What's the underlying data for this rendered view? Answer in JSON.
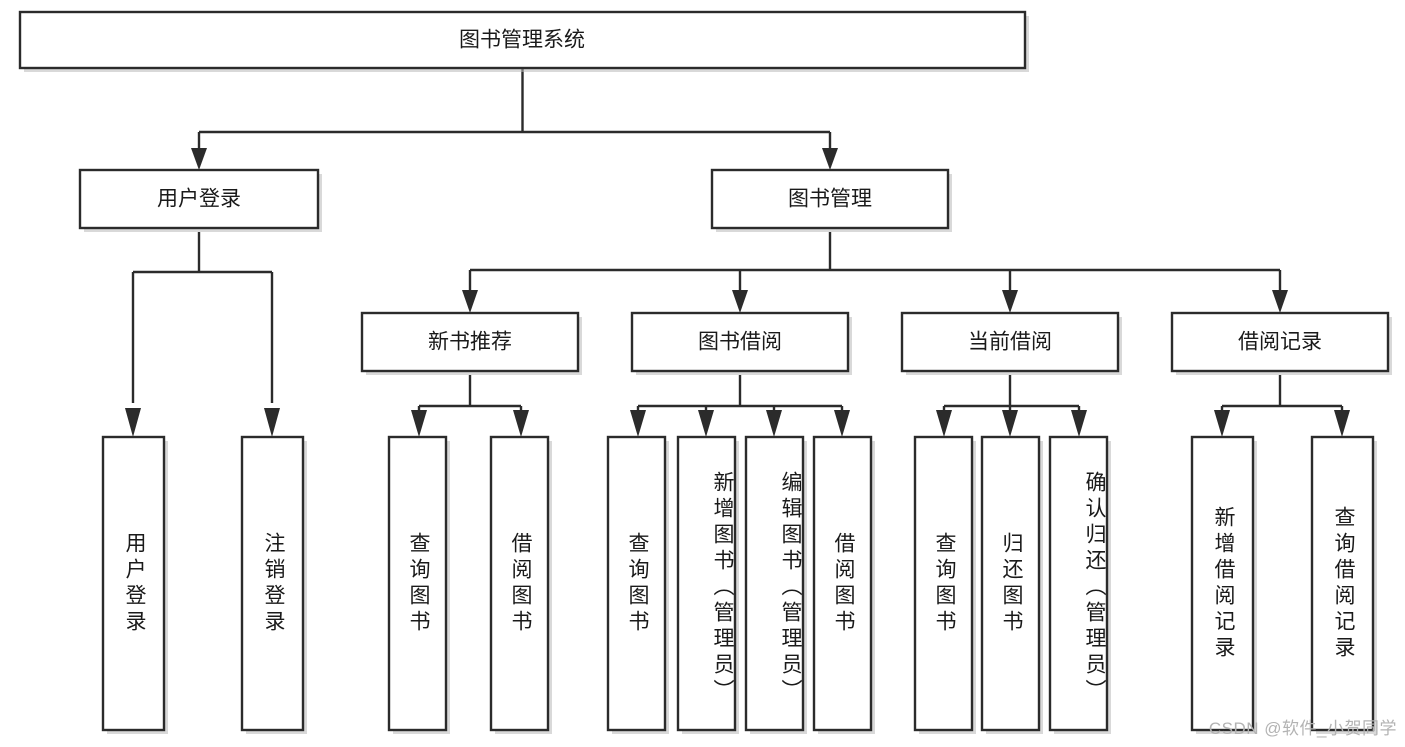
{
  "diagram": {
    "type": "tree-hierarchy-chart",
    "title": "图书管理系统",
    "orientation": "top-down",
    "colors": {
      "box_border": "#2b2b2b",
      "box_fill": "#ffffff",
      "text": "#1a1a1a",
      "background": "#ffffff",
      "watermark": "#b3b3b3"
    },
    "root": {
      "label": "图书管理系统"
    },
    "level2": [
      {
        "id": "user-login",
        "label": "用户登录"
      },
      {
        "id": "book-management",
        "label": "图书管理"
      }
    ],
    "level3": [
      {
        "id": "new-book-recommend",
        "label": "新书推荐",
        "parent": "book-management"
      },
      {
        "id": "book-borrow",
        "label": "图书借阅",
        "parent": "book-management"
      },
      {
        "id": "current-borrow",
        "label": "当前借阅",
        "parent": "book-management"
      },
      {
        "id": "borrow-record",
        "label": "借阅记录",
        "parent": "book-management"
      }
    ],
    "leaves": {
      "user-login": [
        {
          "id": "leaf-user-login",
          "label": "用户登录"
        },
        {
          "id": "leaf-logout-login",
          "label": "注销登录"
        }
      ],
      "new-book-recommend": [
        {
          "id": "leaf-query-book-1",
          "label": "查询图书"
        },
        {
          "id": "leaf-borrow-book-1",
          "label": "借阅图书"
        }
      ],
      "book-borrow": [
        {
          "id": "leaf-query-book-2",
          "label": "查询图书"
        },
        {
          "id": "leaf-add-book",
          "label": "新增图书（管理员）"
        },
        {
          "id": "leaf-edit-book",
          "label": "编辑图书（管理员）"
        },
        {
          "id": "leaf-borrow-book-2",
          "label": "借阅图书"
        }
      ],
      "current-borrow": [
        {
          "id": "leaf-query-book-3",
          "label": "查询图书"
        },
        {
          "id": "leaf-return-book",
          "label": "归还图书"
        },
        {
          "id": "leaf-confirm-return",
          "label": "确认归还（管理员）"
        }
      ],
      "borrow-record": [
        {
          "id": "leaf-add-record",
          "label": "新增借阅记录"
        },
        {
          "id": "leaf-query-record",
          "label": "查询借阅记录"
        }
      ]
    }
  },
  "watermark": {
    "text": "CSDN @软件_小贺同学"
  }
}
